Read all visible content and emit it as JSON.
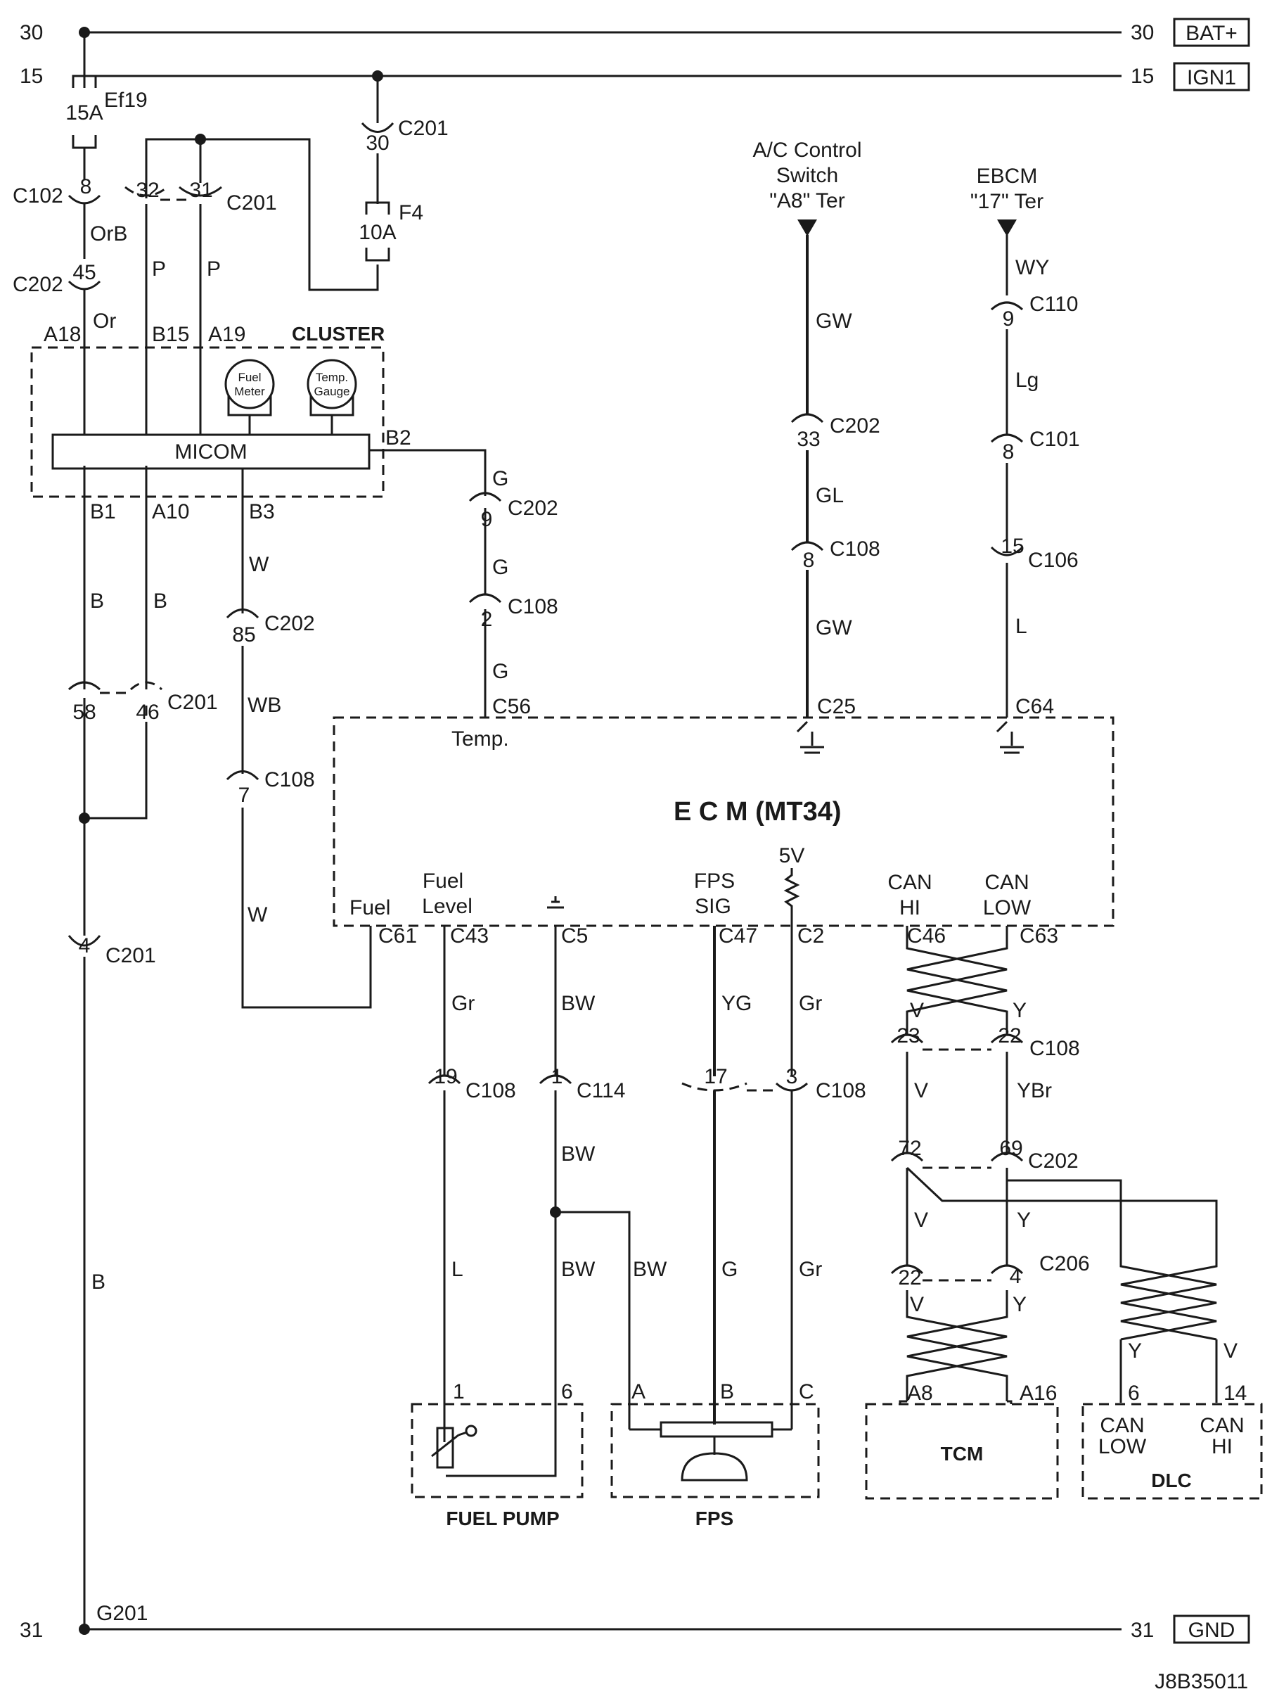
{
  "rails": {
    "r30_left": "30",
    "r30_right": "30",
    "bat": "BAT+",
    "r15_left": "15",
    "r15_right": "15",
    "ign": "IGN1",
    "r31_left": "31",
    "r31_right": "31",
    "gnd": "GND"
  },
  "fuses": {
    "ef19_value": "15A",
    "ef19_name": "Ef19",
    "f4_value": "10A",
    "f4_name": "F4"
  },
  "cluster": {
    "name": "CLUSTER",
    "micom": "MICOM",
    "fuel_meter": [
      "Fuel",
      "Meter"
    ],
    "temp_gauge": [
      "Temp.",
      "Gauge"
    ],
    "pins": {
      "a18": "A18",
      "b15": "B15",
      "a19": "A19",
      "b2": "B2",
      "b1": "B1",
      "a10": "A10",
      "b3": "B3"
    }
  },
  "ecm": {
    "title": "E  C  M (MT34)",
    "temp": "Temp.",
    "fuel": "Fuel",
    "fuel_level": [
      "Fuel",
      "Level"
    ],
    "fps_sig": [
      "FPS",
      "SIG"
    ],
    "v5": "5V",
    "can_hi": [
      "CAN",
      "HI"
    ],
    "can_low": [
      "CAN",
      "LOW"
    ],
    "pins": {
      "c56": "C56",
      "c25": "C25",
      "c64": "C64",
      "c61": "C61",
      "c43": "C43",
      "c5": "C5",
      "c47": "C47",
      "c2": "C2",
      "c46": "C46",
      "c63": "C63"
    }
  },
  "inputs": {
    "ac": [
      "A/C Control",
      "Switch",
      "\"A8\" Ter"
    ],
    "ebcm": [
      "EBCM",
      "\"17\" Ter"
    ]
  },
  "connectors": {
    "c102": "C102",
    "c202": "C202",
    "c201": "C201",
    "c108": "C108",
    "c110": "C110",
    "c101": "C101",
    "c106": "C106",
    "c114": "C114",
    "c206": "C206"
  },
  "pin_numbers": {
    "p8_c102": "8",
    "p45_c202": "45",
    "p30_c201": "30",
    "p32": "32",
    "p31": "31",
    "p85": "85",
    "p7": "7",
    "p58": "58",
    "p46": "46",
    "p4": "4",
    "p9_g": "9",
    "p2": "2",
    "p33": "33",
    "p8_gl": "8",
    "p9_wy": "9",
    "p8_lg": "8",
    "p15": "15",
    "p19": "19",
    "p1_c114": "1",
    "p17": "17",
    "p3": "3",
    "p23": "23",
    "p22_c108": "22",
    "p72": "72",
    "p69": "69",
    "p22_c206": "22",
    "p4_c206": "4"
  },
  "wire_colors": {
    "orb": "OrB",
    "or": "Or",
    "p1": "P",
    "p2": "P",
    "b1": "B",
    "b2": "B",
    "b3": "B",
    "w1": "W",
    "wb": "WB",
    "w2": "W",
    "g1": "G",
    "g2": "G",
    "g3": "G",
    "gw1": "GW",
    "gl": "GL",
    "gw2": "GW",
    "wy": "WY",
    "lg": "Lg",
    "l1": "L",
    "gr1": "Gr",
    "l2": "L",
    "bw1": "BW",
    "bw2": "BW",
    "bw3": "BW",
    "bw4": "BW",
    "yg": "YG",
    "g4": "G",
    "gr2": "Gr",
    "gr3": "Gr",
    "v1": "V",
    "y1": "Y",
    "v2": "V",
    "ybr": "YBr",
    "v3": "V",
    "y2": "Y",
    "v4": "V",
    "y3": "Y",
    "y4": "Y",
    "v5": "V"
  },
  "components": {
    "fuel_pump": "FUEL PUMP",
    "fp_pin1": "1",
    "fp_pin6": "6",
    "fps": "FPS",
    "fps_a": "A",
    "fps_b": "B",
    "fps_c": "C",
    "tcm": "TCM",
    "tcm_a8": "A8",
    "tcm_a16": "A16",
    "dlc": "DLC",
    "dlc_6": "6",
    "dlc_14": "14",
    "dlc_can_low": [
      "CAN",
      "LOW"
    ],
    "dlc_can_hi": [
      "CAN",
      "HI"
    ]
  },
  "ground": {
    "g201": "G201"
  },
  "figure_id": "J8B35011"
}
